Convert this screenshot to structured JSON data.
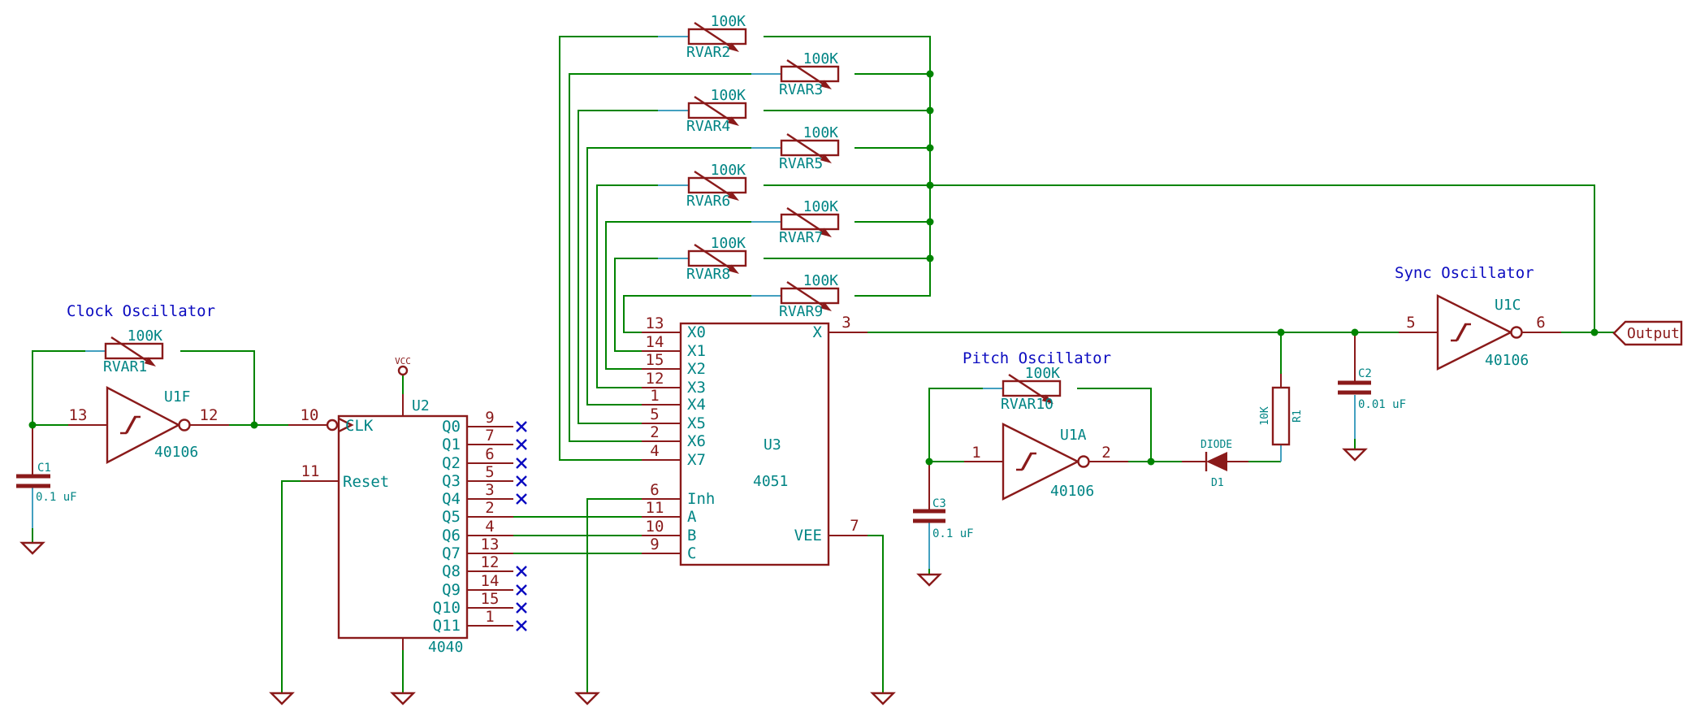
{
  "labels": {
    "clock_osc": "Clock Oscillator",
    "pitch_osc": "Pitch Oscillator",
    "sync_osc": "Sync Oscillator",
    "output": "Output",
    "vcc": "VCC"
  },
  "rvars": [
    {
      "ref": "RVAR1",
      "value": "100K"
    },
    {
      "ref": "RVAR2",
      "value": "100K"
    },
    {
      "ref": "RVAR3",
      "value": "100K"
    },
    {
      "ref": "RVAR4",
      "value": "100K"
    },
    {
      "ref": "RVAR5",
      "value": "100K"
    },
    {
      "ref": "RVAR6",
      "value": "100K"
    },
    {
      "ref": "RVAR7",
      "value": "100K"
    },
    {
      "ref": "RVAR8",
      "value": "100K"
    },
    {
      "ref": "RVAR9",
      "value": "100K"
    },
    {
      "ref": "RVAR10",
      "value": "100K"
    }
  ],
  "r1": {
    "ref": "R1",
    "value": "10K"
  },
  "d1": {
    "ref": "D1",
    "name": "DIODE"
  },
  "caps": [
    {
      "ref": "C1",
      "value": "0.1 uF"
    },
    {
      "ref": "C2",
      "value": "0.01 uF"
    },
    {
      "ref": "C3",
      "value": "0.1 uF"
    }
  ],
  "inverters": [
    {
      "ref": "U1F",
      "part": "40106",
      "pin_in": "13",
      "pin_out": "12"
    },
    {
      "ref": "U1A",
      "part": "40106",
      "pin_in": "1",
      "pin_out": "2"
    },
    {
      "ref": "U1C",
      "part": "40106",
      "pin_in": "5",
      "pin_out": "6"
    }
  ],
  "u2": {
    "ref": "U2",
    "part": "4040",
    "clk": {
      "name": "CLK",
      "num": "10"
    },
    "reset": {
      "name": "Reset",
      "num": "11"
    },
    "q": [
      {
        "name": "Q0",
        "num": "9"
      },
      {
        "name": "Q1",
        "num": "7"
      },
      {
        "name": "Q2",
        "num": "6"
      },
      {
        "name": "Q3",
        "num": "5"
      },
      {
        "name": "Q4",
        "num": "3"
      },
      {
        "name": "Q5",
        "num": "2"
      },
      {
        "name": "Q6",
        "num": "4"
      },
      {
        "name": "Q7",
        "num": "13"
      },
      {
        "name": "Q8",
        "num": "12"
      },
      {
        "name": "Q9",
        "num": "14"
      },
      {
        "name": "Q10",
        "num": "15"
      },
      {
        "name": "Q11",
        "num": "1"
      }
    ]
  },
  "u3": {
    "ref": "U3",
    "part": "4051",
    "left": [
      {
        "name": "X0",
        "num": "13"
      },
      {
        "name": "X1",
        "num": "14"
      },
      {
        "name": "X2",
        "num": "15"
      },
      {
        "name": "X3",
        "num": "12"
      },
      {
        "name": "X4",
        "num": "1"
      },
      {
        "name": "X5",
        "num": "5"
      },
      {
        "name": "X6",
        "num": "2"
      },
      {
        "name": "X7",
        "num": "4"
      },
      {
        "name": "Inh",
        "num": "6"
      },
      {
        "name": "A",
        "num": "11"
      },
      {
        "name": "B",
        "num": "10"
      },
      {
        "name": "C",
        "num": "9"
      }
    ],
    "x": {
      "name": "X",
      "num": "3"
    },
    "vee": {
      "name": "VEE",
      "num": "7"
    }
  },
  "colors": {
    "wire": "#008400",
    "symbol": "#8a1a1a",
    "text_teal": "#008484",
    "text_blue": "#0b0bc0",
    "stub_cyan": "#43a0c0"
  }
}
